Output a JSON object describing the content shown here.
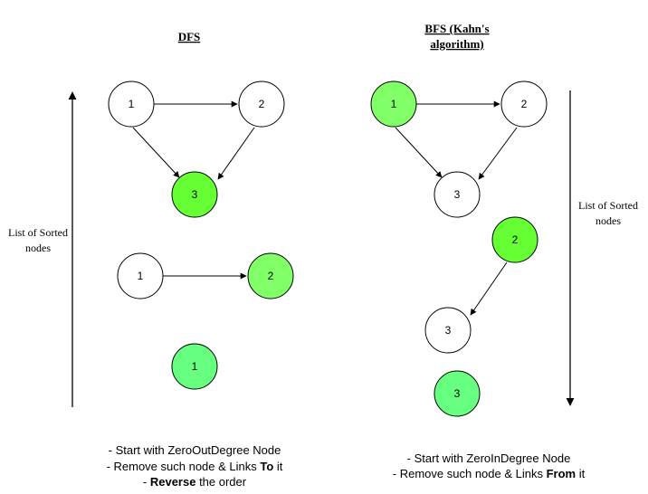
{
  "colors": {
    "white_node": "#ffffff",
    "bright_green": "#66ff33",
    "light_green": "#80ff66",
    "mint_green": "#66ff80",
    "medium_green": "#80ff80",
    "stroke": "#000000"
  },
  "dfs": {
    "title": "DFS",
    "side_label_line1": "List of Sorted",
    "side_label_line2": "nodes",
    "graph_nodes": [
      "1",
      "2",
      "3"
    ],
    "step2_nodes": [
      "1",
      "2"
    ],
    "step3_nodes": [
      "1"
    ],
    "note_line1": "- Start with ZeroOutDegree Node",
    "note_line2_prefix": "- Remove such node & Links ",
    "note_line2_bold": "To",
    "note_line2_suffix": " it",
    "note_line3_prefix": "- ",
    "note_line3_bold": "Reverse",
    "note_line3_suffix": " the order"
  },
  "bfs": {
    "title_line1": "BFS (Kahn's",
    "title_line2": "algorithm)",
    "side_label_line1": "List of Sorted",
    "side_label_line2": "nodes",
    "graph_nodes": [
      "1",
      "2",
      "3"
    ],
    "step2_nodes": [
      "2",
      "3"
    ],
    "step3_nodes": [
      "3"
    ],
    "note_line1": "- Start with ZeroInDegree Node",
    "note_line2_prefix": "- Remove such node & Links ",
    "note_line2_bold": "From",
    "note_line2_suffix": " it"
  }
}
